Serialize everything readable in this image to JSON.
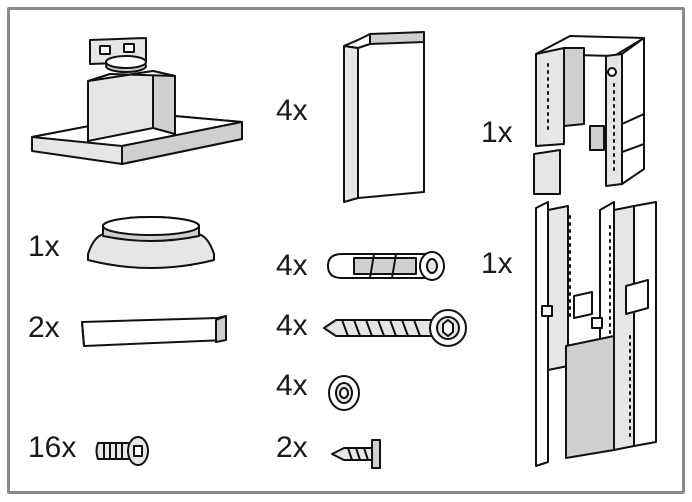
{
  "parts": {
    "hood": {
      "label": ""
    },
    "side_panels": {
      "label": "4x"
    },
    "upper_frame": {
      "label": "1x"
    },
    "lower_frame": {
      "label": "1x"
    },
    "adapter_ring": {
      "label": "1x"
    },
    "wall_plugs": {
      "label": "4x"
    },
    "bracket": {
      "label": "2x"
    },
    "wood_screws": {
      "label": "4x"
    },
    "washers": {
      "label": "4x"
    },
    "small_screws": {
      "label": "16x"
    },
    "tapping_screws": {
      "label": "2x"
    }
  },
  "colors": {
    "frame_border": "#8a8a8a",
    "outline": "#111111",
    "fill_light": "#e6e6e6",
    "fill_mid": "#cfcfcf"
  }
}
